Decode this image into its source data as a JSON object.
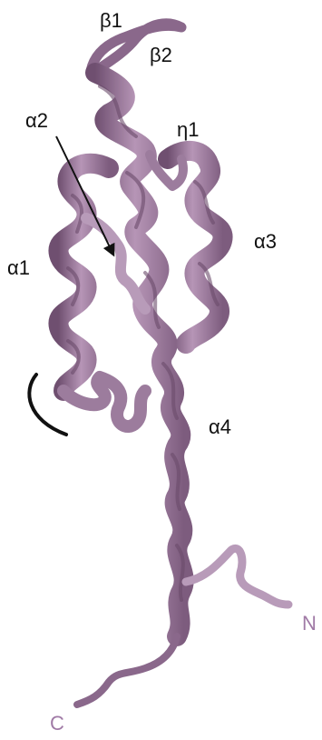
{
  "labels": {
    "beta1": "β1",
    "beta2": "β2",
    "alpha2": "α2",
    "eta1": "η1",
    "alpha3": "α3",
    "alpha1": "α1",
    "alpha4": "α4",
    "n_term": "N",
    "c_term": "C"
  },
  "colors": {
    "ribbon": "#9e7a9e",
    "ribbon_dark": "#6f4f70",
    "ribbon_light": "#c9adc9",
    "terminus_label": "#a07aa6",
    "label": "#111111"
  }
}
